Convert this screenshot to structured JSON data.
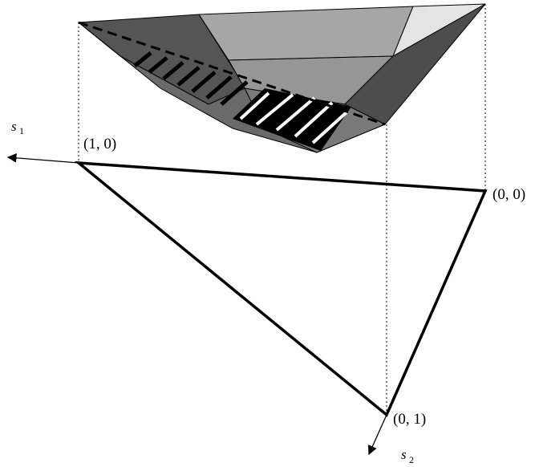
{
  "labels": {
    "vertex_10": "(1, 0)",
    "vertex_00": "(0, 0)",
    "vertex_01": "(0, 1)",
    "axis_s1": "s",
    "axis_s1_sub": "1",
    "axis_s2": "s",
    "axis_s2_sub": "2"
  },
  "colors": {
    "face_dark_left": "#5a5a5a",
    "face_mid_back": "#a8a8a8",
    "face_light_right": "#e6e6e6",
    "face_center": "#9a9a9a",
    "face_bottom": "#6b6b6b",
    "face_right_dark": "#4e4e4e",
    "stripe_fill": "#000000",
    "edge": "#000000"
  }
}
